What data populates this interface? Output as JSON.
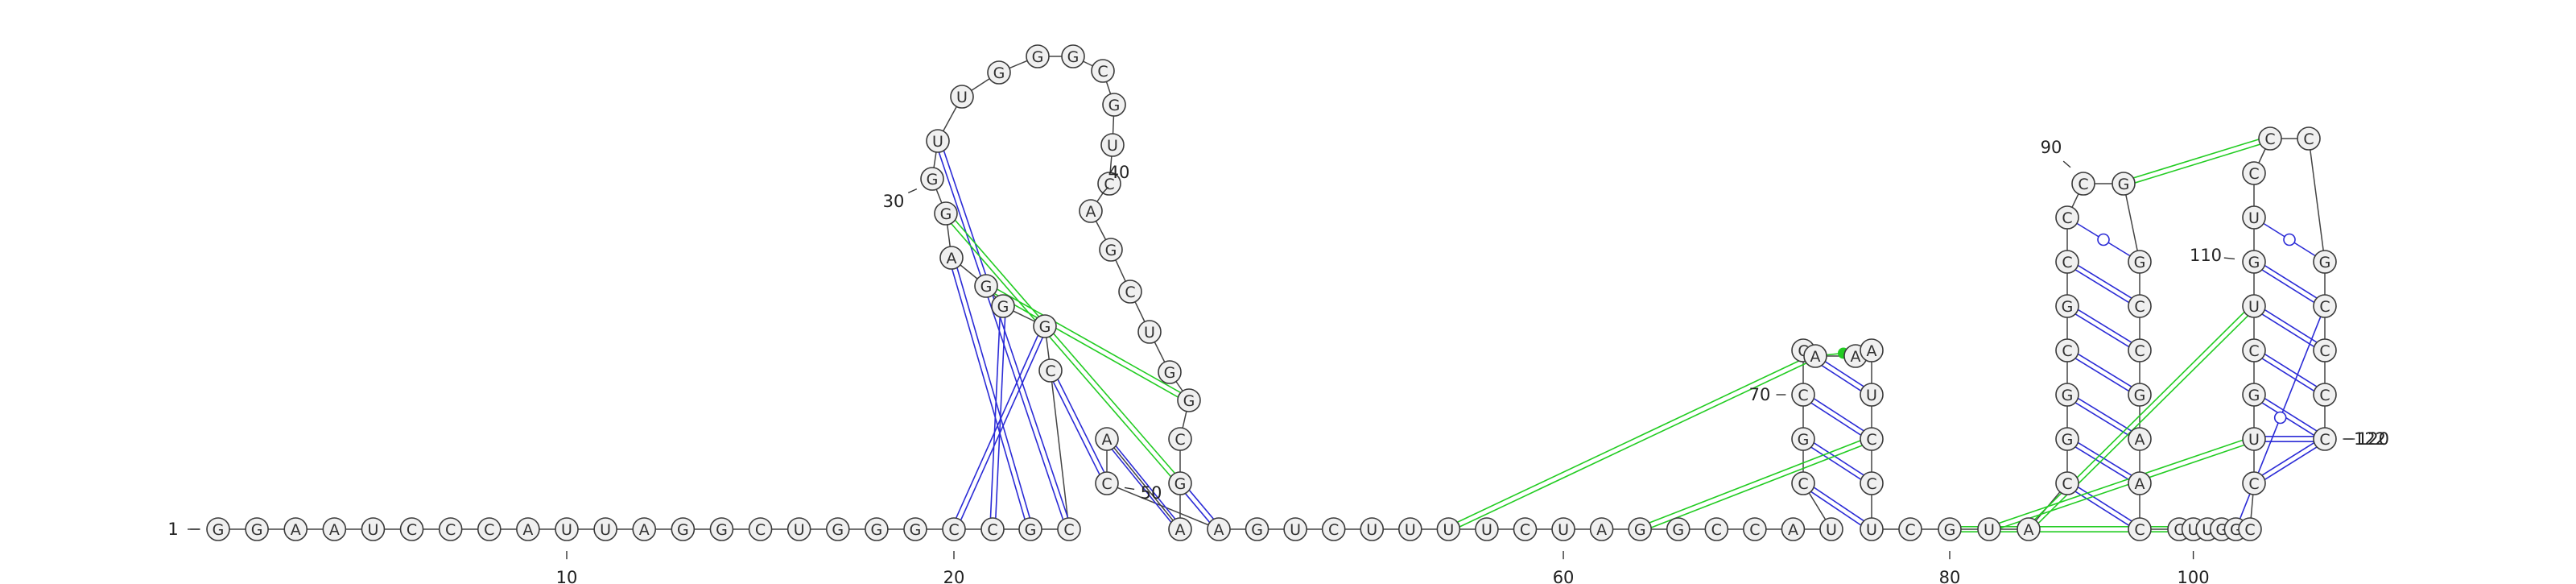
{
  "diagram": {
    "type": "rna-secondary-structure",
    "sequence": "GGAAUCCCAUUAGGCUGGGCCGCCGGGAGGUUGGGCGUCAGCUGGCGAACAGUCUUUUCUAGGCCAUCGCCAAAUCCUCGUACGGCGCCCGGCCGAACCUUGGCCUGCUGUCCCGCCCC",
    "residues": [
      "G",
      "G",
      "A",
      "A",
      "U",
      "C",
      "C",
      "C",
      "A",
      "U",
      "U",
      "A",
      "G",
      "G",
      "C",
      "U",
      "G",
      "G",
      "G",
      "C",
      "C",
      "G",
      "C",
      "C",
      "G",
      "G",
      "G",
      "A",
      "G",
      "G",
      "U",
      "U",
      "G",
      "G",
      "G",
      "C",
      "G",
      "U",
      "C",
      "A",
      "G",
      "C",
      "U",
      "G",
      "G",
      "C",
      "G",
      "A",
      "A",
      "C",
      "A",
      "G",
      "U",
      "C",
      "U",
      "U",
      "U",
      "U",
      "C",
      "U",
      "A",
      "G",
      "G",
      "C",
      "C",
      "A",
      "U",
      "C",
      "G",
      "C",
      "C",
      "A",
      "A",
      "A",
      "U",
      "C",
      "C",
      "U",
      "C",
      "G",
      "U",
      "A",
      "C",
      "G",
      "G",
      "C",
      "G",
      "C",
      "C",
      "C",
      "G",
      "G",
      "C",
      "C",
      "G",
      "A",
      "A",
      "C",
      "C",
      "U",
      "U",
      "G",
      "G",
      "C",
      "C",
      "U",
      "G",
      "C",
      "U",
      "G",
      "U",
      "C",
      "C",
      "C",
      "G",
      "C",
      "C",
      "C",
      "C"
    ],
    "number_labels": [
      "1",
      "10",
      "20",
      "30",
      "40",
      "50",
      "60",
      "70",
      "80",
      "90",
      "100",
      "110",
      "120",
      "122"
    ],
    "colors": {
      "canonical_pair": "#2b2bd6",
      "pseudoknot_pair": "#22cc22",
      "gu_pair": "#2b2bd6",
      "backbone": "#444444",
      "residue_fill": "#f0f0f0"
    },
    "icons": [
      "nucleotide-circle",
      "base-pair-line",
      "wobble-pair-circle"
    ]
  }
}
